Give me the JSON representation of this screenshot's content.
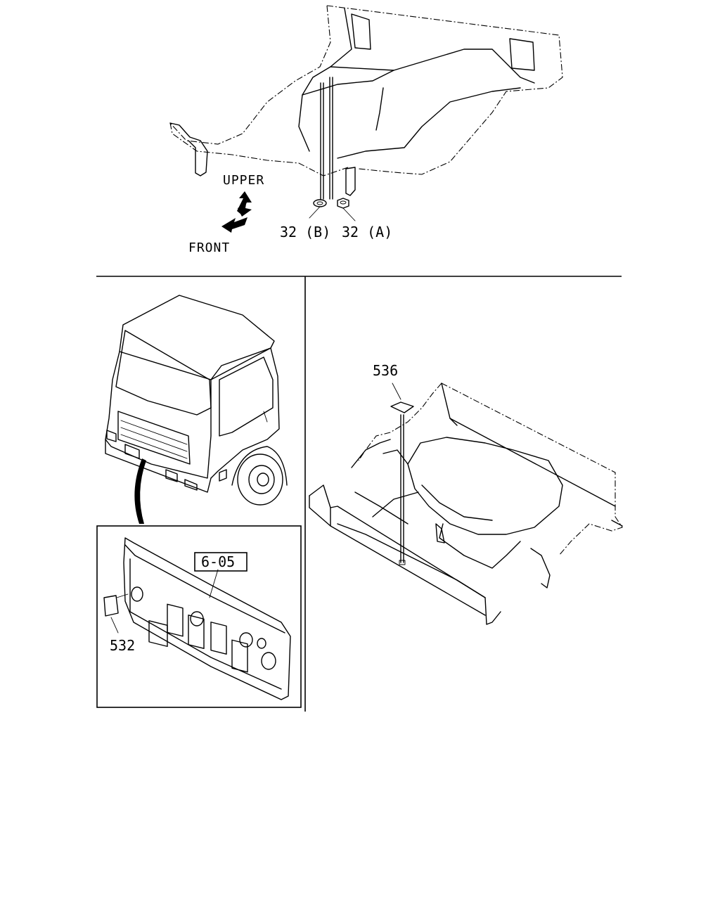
{
  "top_view": {
    "direction_upper": "UPPER",
    "direction_front": "FRONT",
    "callout_b": "32 (B)",
    "callout_a": "32 (A)"
  },
  "left_view": {
    "callout_ref": "6-05",
    "callout_part": "532"
  },
  "right_view": {
    "callout_part": "536"
  }
}
